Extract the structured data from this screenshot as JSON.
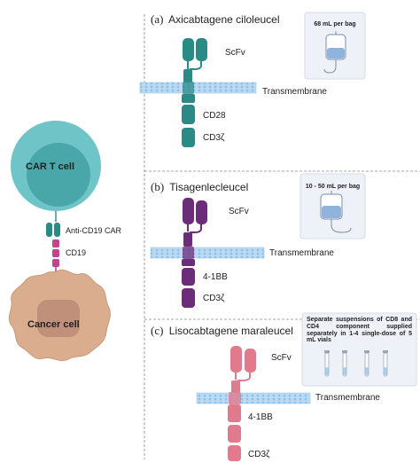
{
  "panels": [
    {
      "tag": "(a)",
      "name": "Axicabtagene ciloleucel",
      "domains": {
        "scfv": "ScFv",
        "membrane": "Transmembrane",
        "costim": "CD28",
        "cd3": "CD3ζ"
      },
      "dose": "68 mL per bag",
      "color": "#2a8a86"
    },
    {
      "tag": "(b)",
      "name": "Tisagenlecleucel",
      "domains": {
        "scfv": "ScFv",
        "membrane": "Transmembrane",
        "costim": "4-1BB",
        "cd3": "CD3ζ"
      },
      "dose": "10 - 50 mL per bag",
      "color": "#6b2c7a"
    },
    {
      "tag": "(c)",
      "name": "Lisocabtagene maraleucel",
      "domains": {
        "scfv": "ScFv",
        "membrane": "Transmembrane",
        "costim": "4-1BB",
        "cd3": "CD3ζ"
      },
      "dose": "Separate suspensions of CD8 and CD4 component supplied separately in 1-4 single-dose of 5 mL vials",
      "color": "#e07a8c"
    }
  ],
  "left": {
    "t_cell": "CAR T cell",
    "car": "Anti-CD19 CAR",
    "cd19": "CD19",
    "cancer": "Cancer cell"
  },
  "colors": {
    "t_cell_outer": "#6fc4c8",
    "t_cell_inner": "#4aa7a9",
    "cancer_outer": "#d9ad8e",
    "cancer_nucleus": "#c0907a",
    "membrane": "#a9cfee",
    "cd19": "#c0458e"
  }
}
